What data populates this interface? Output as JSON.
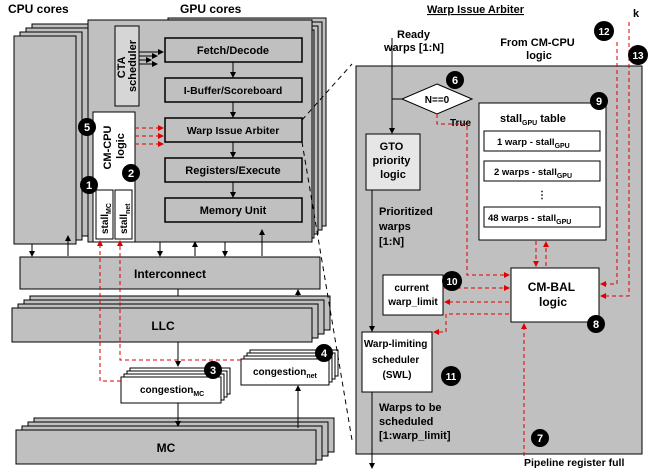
{
  "left": {
    "cpu_cores": "CPU cores",
    "gpu_cores": "GPU cores",
    "cta_scheduler": "CTA scheduler",
    "cta_line1": "CTA",
    "cta_line2": "scheduler",
    "pipeline": [
      "Fetch/Decode",
      "I-Buffer/Scoreboard",
      "Warp Issue Arbiter",
      "Registers/Execute",
      "Memory Unit"
    ],
    "cmcpu_line1": "CM-CPU",
    "cmcpu_line2": "logic",
    "stall_mc_base": "stall",
    "stall_mc_sub": "MC",
    "stall_net_base": "stall",
    "stall_net_sub": "net",
    "interconnect": "Interconnect",
    "llc": "LLC",
    "mc": "MC",
    "congestion_mc_base": "congestion",
    "congestion_mc_sub": "MC",
    "congestion_net_base": "congestion",
    "congestion_net_sub": "net",
    "markers": [
      "5",
      "1",
      "2",
      "3",
      "4"
    ]
  },
  "right": {
    "title": "Warp Issue Arbiter",
    "ready_line1": "Ready",
    "ready_line2": "warps [1:N]",
    "from_line1": "From CM-CPU",
    "from_line2": "logic",
    "k": "k",
    "decision": "N==0",
    "true_label": "True",
    "gto_lines": [
      "GTO",
      "priority",
      "logic"
    ],
    "table_title_base": "stall",
    "table_title_sub": "GPU",
    "table_title_suffix": " table",
    "table_rows": [
      {
        "base": "1 warp - stall",
        "sub": "GPU"
      },
      {
        "base": "2 warps - stall",
        "sub": "GPU"
      },
      {
        "base": "48 warps - stall",
        "sub": "GPU"
      }
    ],
    "ellipsis": "⋮",
    "prioritized_lines": [
      "Prioritized",
      "warps",
      "[1:N]"
    ],
    "current_lines": [
      "current",
      "warp_limit"
    ],
    "cmbal_lines": [
      "CM-BAL",
      "logic"
    ],
    "swl_lines": [
      "Warp-limiting",
      "scheduler",
      "(SWL)"
    ],
    "to_schedule_lines": [
      "Warps to be",
      "scheduled",
      "[1:warp_limit]"
    ],
    "pipeline_full": "Pipeline register full",
    "markers": [
      "12",
      "13",
      "6",
      "9",
      "10",
      "8",
      "11",
      "7"
    ]
  },
  "colors": {
    "panel_gray": "#c0c0c0",
    "signal_red": "#e00000",
    "marker_black": "#000000"
  }
}
